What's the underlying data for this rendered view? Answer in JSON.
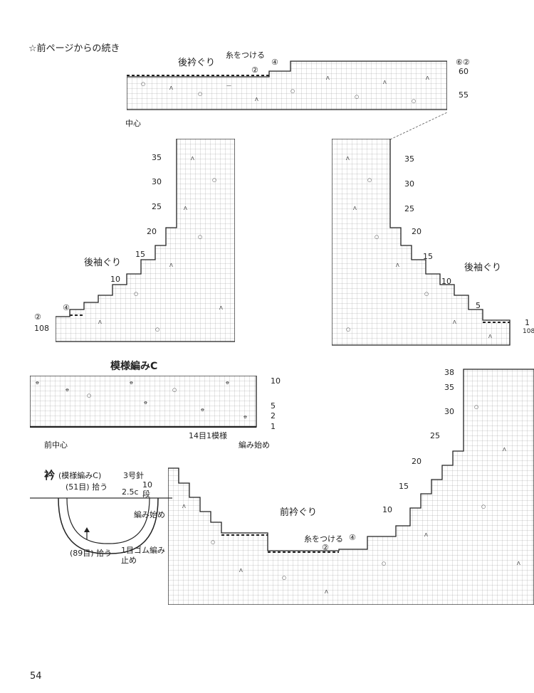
{
  "page": {
    "continuation": "☆前ページからの続き",
    "page_number": "54"
  },
  "back_neck": {
    "label": "後衿ぐり",
    "attach_yarn": "糸をつける",
    "center": "中心",
    "rows_left": [
      "②",
      "④"
    ],
    "rows_right": [
      "62",
      "60",
      "55"
    ]
  },
  "back_armhole_left": {
    "label": "後袖ぐり",
    "rows": [
      "35",
      "30",
      "25",
      "20",
      "15",
      "10",
      "④",
      "②",
      "108"
    ]
  },
  "back_armhole_right": {
    "label": "後袖ぐり",
    "rows": [
      "35",
      "30",
      "25",
      "20",
      "15",
      "10",
      "5",
      "1",
      "108"
    ]
  },
  "pattern_c": {
    "title": "模様編みC",
    "rows": [
      "10",
      "5",
      "2",
      "1"
    ],
    "repeat": "14目1模様",
    "front_center": "前中心",
    "start": "編み始め"
  },
  "collar": {
    "title": "衿",
    "pattern": "(模様編みC)",
    "needle": "3号針",
    "pick_top": "(51目) 拾う",
    "width": "2.5c",
    "rows_count": "10",
    "rows_unit": "段",
    "start": "編み始め",
    "pick_bottom": "(89目) 拾う",
    "bind_off": "1目ゴム編み",
    "bind_off2": "止め"
  },
  "front_neck": {
    "label": "前衿ぐり",
    "attach_yarn": "糸をつける",
    "rows": [
      "38",
      "35",
      "30",
      "25",
      "20",
      "15",
      "10",
      "④",
      "②"
    ]
  }
}
